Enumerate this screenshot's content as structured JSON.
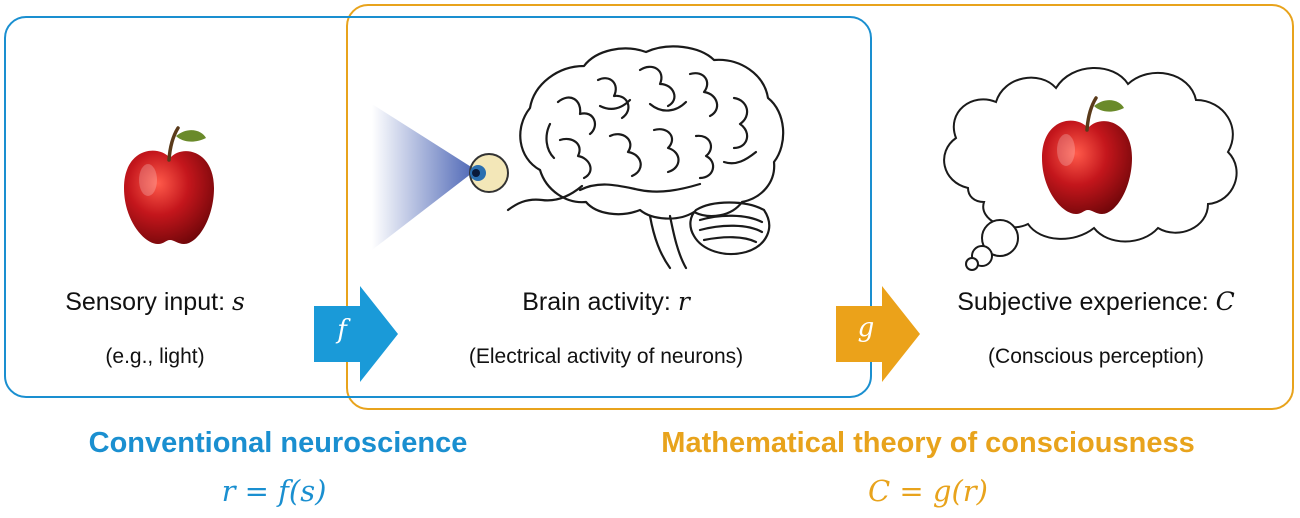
{
  "sensory": {
    "label": "Sensory input: ",
    "var": "s",
    "sub": "(e.g., light)"
  },
  "brain": {
    "label": "Brain activity: ",
    "var": "r",
    "sub": "(Electrical activity of neurons)"
  },
  "experience": {
    "label": "Subjective experience: ",
    "var": "C",
    "sub": "(Conscious perception)"
  },
  "arrows": {
    "f": "f",
    "g": "g"
  },
  "footer": {
    "left_title": "Conventional neuroscience",
    "left_eq": "r = f(s)",
    "right_title": "Mathematical theory of consciousness",
    "right_eq": "C = g(r)"
  },
  "colors": {
    "blue": "#1a8fd0",
    "orange": "#e8a31c",
    "apple": "#c4161c"
  },
  "icons": [
    "apple-icon",
    "brain-icon",
    "eye-icon",
    "thought-cloud-icon"
  ]
}
